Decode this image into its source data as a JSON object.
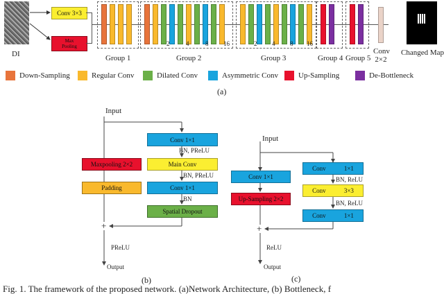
{
  "colors": {
    "down_sampling": "#e8743b",
    "regular_conv": "#f9b92d",
    "dilated_conv": "#6bb048",
    "asymmetric_conv": "#19a4de",
    "up_sampling": "#e8112d",
    "de_bottleneck": "#7b2fa0",
    "conv_first": "#fbee31",
    "final_conv": "#ead3c8"
  },
  "panel_a": {
    "input_label": "DI",
    "conv_block": "Conv 3×3",
    "maxpool_block": "Max Pooling",
    "groups": [
      "Group 1",
      "Group 2",
      "Group 3",
      "Group 4",
      "Group 5"
    ],
    "g2_dilations": [
      "2",
      "4",
      "8",
      "16"
    ],
    "g3_dilations": [
      "2",
      "4",
      "8",
      "16"
    ],
    "final_conv": "Conv 2×2",
    "output_label": "Changed Map",
    "caption": "(a)"
  },
  "legend": [
    {
      "label": "Down-Sampling",
      "color_key": "down_sampling"
    },
    {
      "label": "Regular Conv",
      "color_key": "regular_conv"
    },
    {
      "label": "Dilated Conv",
      "color_key": "dilated_conv"
    },
    {
      "label": "Asymmetric Conv",
      "color_key": "asymmetric_conv"
    },
    {
      "label": "Up-Sampling",
      "color_key": "up_sampling"
    },
    {
      "label": "De-Bottleneck",
      "color_key": "de_bottleneck"
    }
  ],
  "panel_b": {
    "input": "Input",
    "conv1": "Conv 1×1",
    "bn_prelu1": "BN, PReLU",
    "main_conv": "Main Conv",
    "bn_prelu2": "BN, PReLU",
    "conv2": "Conv 1×1",
    "bn": "BN",
    "spatial_dropout": "Spatial Dropout",
    "maxpool": "Maxpooling 2×2",
    "padding": "Padding",
    "plus": "+",
    "prelu": "PReLU",
    "output": "Output",
    "caption": "(b)"
  },
  "panel_c": {
    "input": "Input",
    "conv_left": "Conv 1×1",
    "upsampling": "Up-Sampling 2×2",
    "conv1_a": "Conv",
    "conv1_b": "1×1",
    "bn_relu1": "BN, ReLU",
    "conv2_a": "Conv",
    "conv2_b": "3×3",
    "bn_relu2": "BN, ReLU",
    "conv3_a": "Conv",
    "conv3_b": "1×1",
    "plus": "+",
    "relu": "ReLU",
    "output": "Output",
    "caption": "(c)"
  },
  "figure_caption": "Fig. 1.  The framework of the proposed network. (a)Network Architecture, (b) Bottleneck, f"
}
